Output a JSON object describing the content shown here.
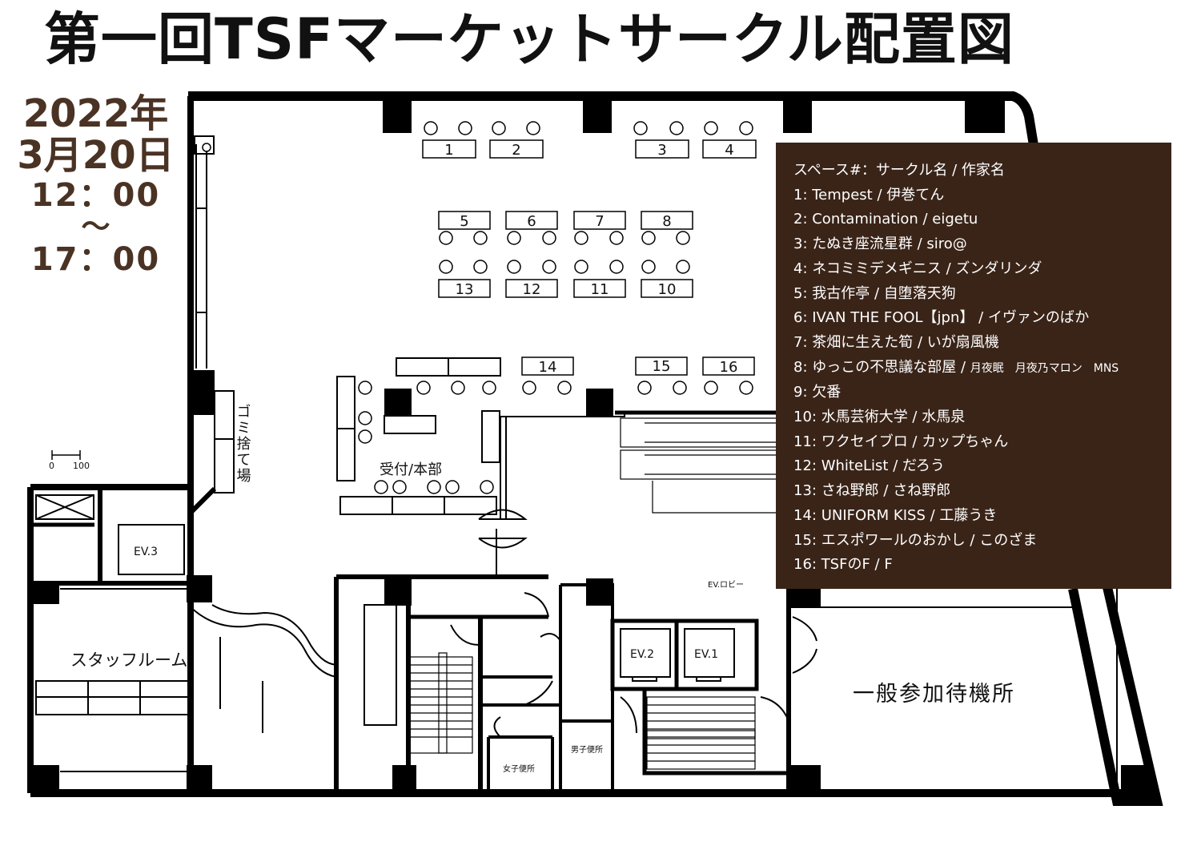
{
  "title": "第一回TSFマーケットサークル配置図",
  "date": {
    "line1": "2022年",
    "line2": "3月20日",
    "start": "12：00",
    "tilde": "～",
    "end": "17：00"
  },
  "legend": {
    "header": "スペース#：サークル名 / 作家名",
    "entries": [
      {
        "text": "1: Tempest / 伊巻てん",
        "extra": ""
      },
      {
        "text": "2: Contamination / eigetu",
        "extra": ""
      },
      {
        "text": "3: たぬき座流星群 / siro@",
        "extra": ""
      },
      {
        "text": "4: ネコミミデメギニス / ズンダリンダ",
        "extra": ""
      },
      {
        "text": "5: 我古作亭 / 自堕落天狗",
        "extra": ""
      },
      {
        "text": "6: IVAN THE FOOL【jpn】 / イヴァンのばか",
        "extra": ""
      },
      {
        "text": "7: 茶畑に生えた筍 / いが扇風機",
        "extra": ""
      },
      {
        "text": "8: ゆっこの不思議な部屋 / ",
        "extra": "月夜眠　月夜乃マロン　MNS"
      },
      {
        "text": "9: 欠番",
        "extra": ""
      },
      {
        "text": "10: 水馬芸術大学 / 水馬泉",
        "extra": ""
      },
      {
        "text": "11: ワクセイブロ / カップちゃん",
        "extra": ""
      },
      {
        "text": "12: WhiteList / だろう",
        "extra": ""
      },
      {
        "text": "13: さね野郎 / さね野郎",
        "extra": ""
      },
      {
        "text": "14: UNIFORM KISS / 工藤うき",
        "extra": ""
      },
      {
        "text": "15: エスポワールのおかし / このざま",
        "extra": ""
      },
      {
        "text": "16: TSFのF / F",
        "extra": ""
      }
    ]
  },
  "tables": [
    "1",
    "2",
    "3",
    "4",
    "5",
    "6",
    "7",
    "8",
    "13",
    "12",
    "11",
    "10",
    "14",
    "15",
    "16"
  ],
  "rooms": {
    "trash": "ゴミ捨て場",
    "reception": "受付/本部",
    "staff": "スタッフルーム",
    "waiting": "一般参加待機所",
    "ev1": "EV.1",
    "ev2": "EV.2",
    "ev3": "EV.3",
    "ev_lobby": "EV.ロビー",
    "mens": "男子便所",
    "womens": "女子便所"
  },
  "scale": {
    "zero": "0",
    "hundred": "100"
  }
}
